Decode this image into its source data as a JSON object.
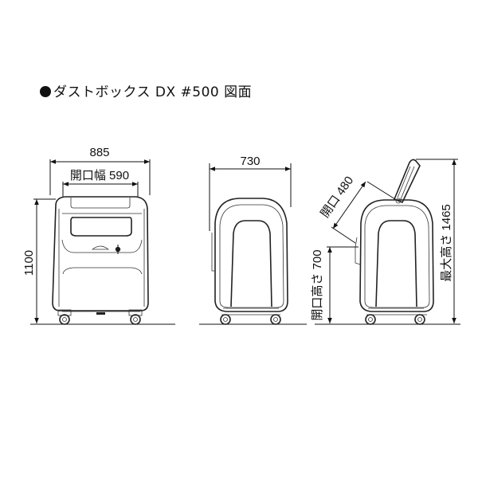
{
  "title": {
    "bullet": "●",
    "text": "ダストボックス DX #500 図面"
  },
  "front_view": {
    "width_label": "885",
    "opening_width_label": "開口幅 590",
    "height_label": "1100"
  },
  "side_view": {
    "depth_label": "730"
  },
  "open_view": {
    "opening_label": "開口 480",
    "opening_height_label": "開口高さ 700",
    "max_height_label": "最大高さ 1465"
  },
  "colors": {
    "line": "#111111",
    "background": "#ffffff"
  }
}
